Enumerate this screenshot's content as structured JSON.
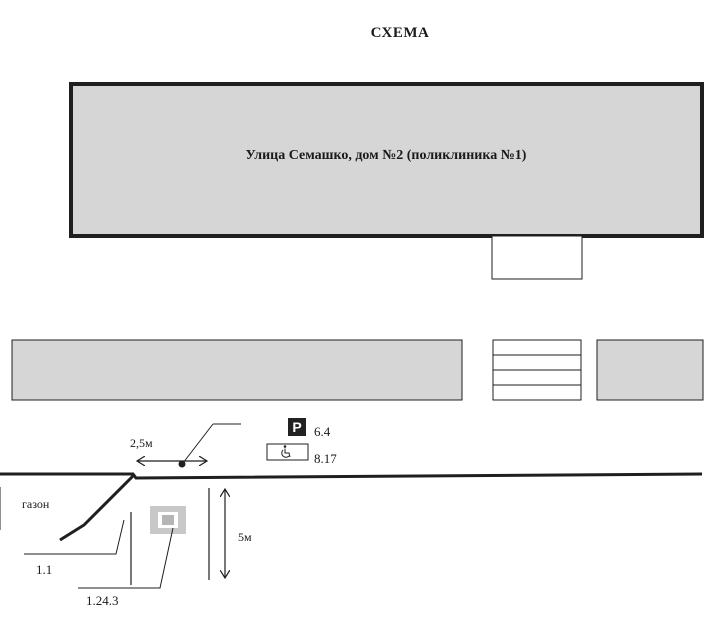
{
  "title": "СХЕМА",
  "building": {
    "label": "Улица Семашко, дом №2 (поликлиника №1)"
  },
  "signs": {
    "parking": {
      "glyph": "P",
      "code": "6.4",
      "icon": "parking-sign-icon"
    },
    "disabled": {
      "code": "8.17",
      "icon": "wheelchair-icon"
    }
  },
  "dimensions": {
    "width_label": "2,5м",
    "length_label": "5м"
  },
  "lawn": {
    "label": "газон"
  },
  "markings": {
    "edge_line": "1.1",
    "disabled_symbol": "1.24.3"
  },
  "colors": {
    "fill": "#d6d6d6",
    "stroke": "#1f1f1f",
    "marking_fill": "#c8c8c8"
  }
}
